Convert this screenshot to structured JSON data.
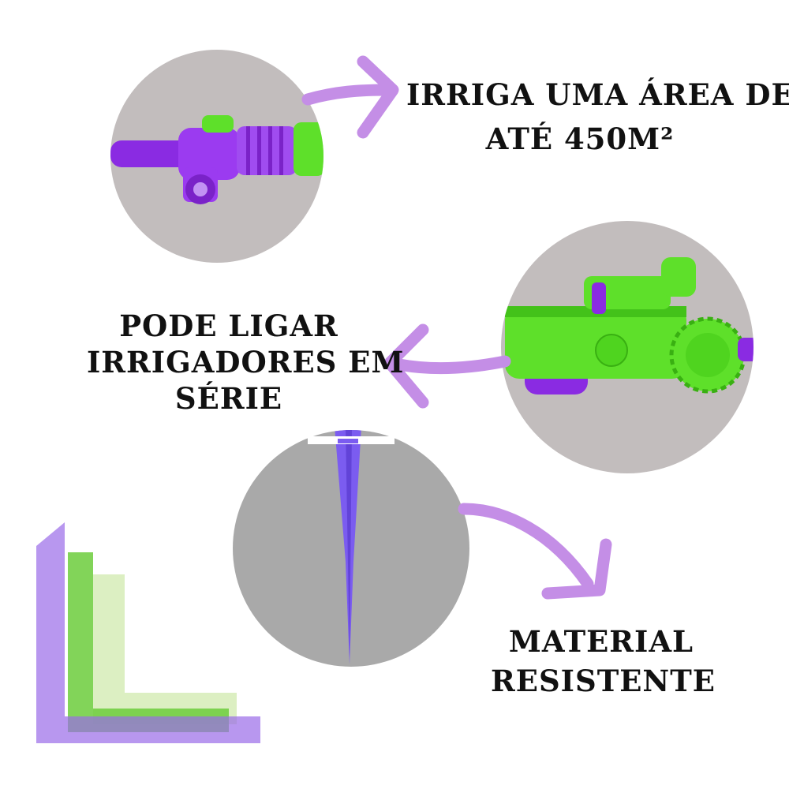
{
  "features": [
    {
      "id": "area",
      "lines": [
        "IRRIGA UMA ÁREA DE",
        "ATÉ 450M²"
      ]
    },
    {
      "id": "series",
      "lines": [
        "PODE LIGAR",
        "IRRIGADORES EM",
        "SÉRIE"
      ]
    },
    {
      "id": "material",
      "lines": [
        "MATERIAL",
        "RESISTENTE"
      ]
    }
  ],
  "colors": {
    "background": "#ffffff",
    "circle_light": "#c2bdbd",
    "circle_dark": "#a9a9a9",
    "arrow": "#c48ee6",
    "purple": "#8a2be2",
    "green": "#5ee02a",
    "text": "#111111"
  }
}
